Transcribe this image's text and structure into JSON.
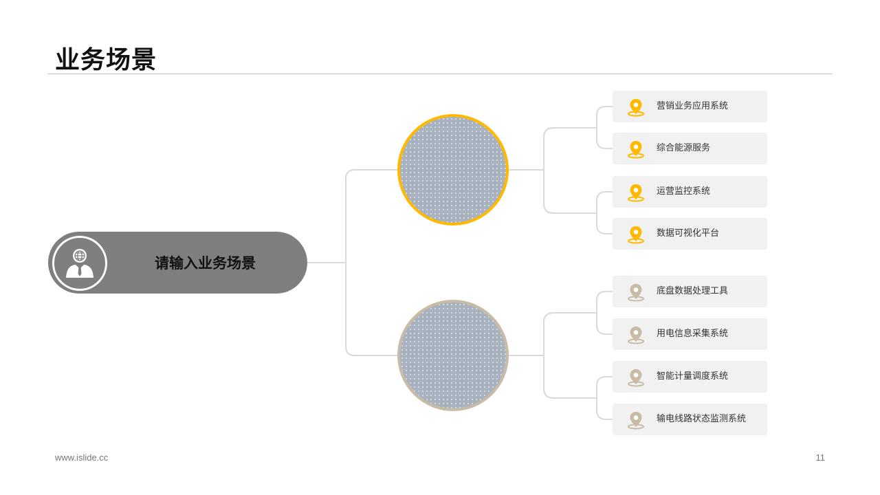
{
  "page": {
    "title": "业务场景"
  },
  "center": {
    "label": "请输入业务场景",
    "icon": "businessman-globe-icon"
  },
  "groups": [
    {
      "accent_color": "#ffb900",
      "items": [
        {
          "label": "营销业务应用系统",
          "icon": "location-pin-icon"
        },
        {
          "label": "综合能源服务",
          "icon": "location-pin-icon"
        },
        {
          "label": "运营监控系统",
          "icon": "location-pin-icon"
        },
        {
          "label": "数据可视化平台",
          "icon": "location-pin-icon"
        }
      ]
    },
    {
      "accent_color": "#c8bca6",
      "items": [
        {
          "label": "底盘数据处理工具",
          "icon": "location-pin-icon"
        },
        {
          "label": "用电信息采集系统",
          "icon": "location-pin-icon"
        },
        {
          "label": "智能计量调度系统",
          "icon": "location-pin-icon"
        },
        {
          "label": "输电线路状态监测系统",
          "icon": "location-pin-icon"
        }
      ]
    }
  ],
  "footer": {
    "url": "www.islide.cc",
    "page_number": "11"
  }
}
